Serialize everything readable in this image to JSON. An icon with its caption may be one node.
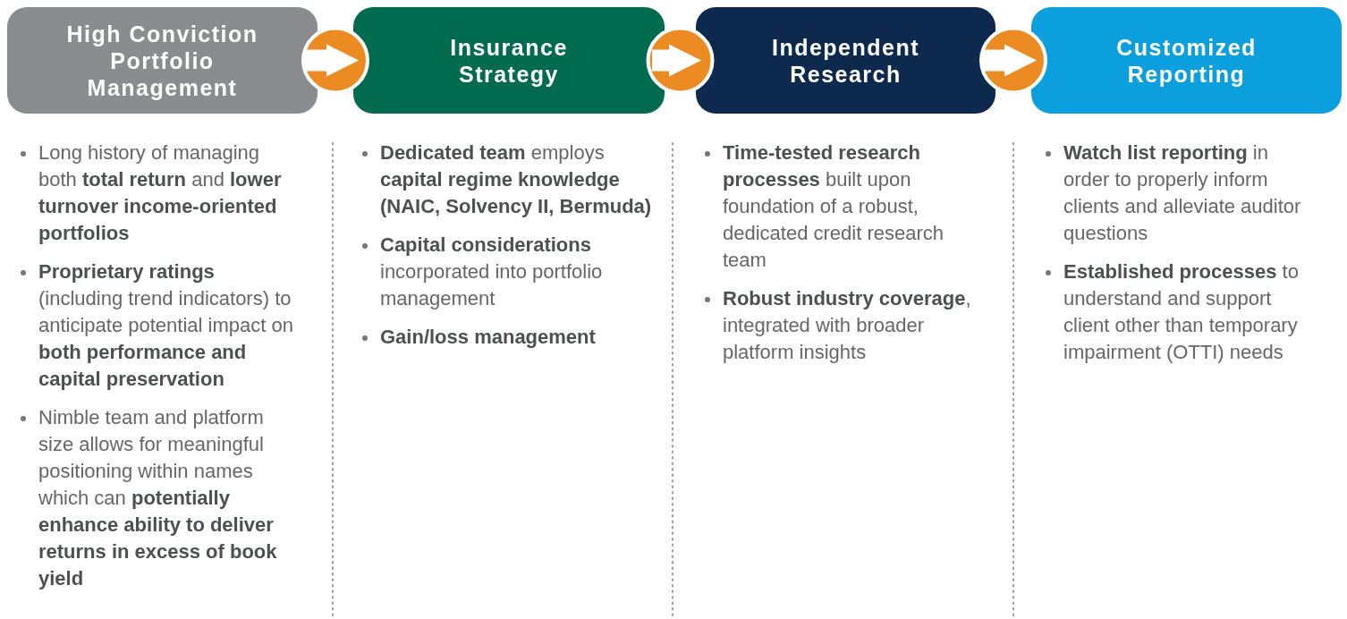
{
  "diagram": {
    "nodes": [
      {
        "text": [
          "High Conviction Portfolio Management"
        ],
        "beside": [
          "Long history of managing both **total return** and **lower turnover income-oriented portfolios**",
          "**Proprietary ratings** (including trend indicators) to anticipate potential impact on **both performance and capital preservation**",
          "Nimble team and platform size allows for meaningful positioning within names which can **potentially enhance ability to deliver returns in excess of book yield**"
        ]
      },
      {
        "text": [
          "Insurance Strategy"
        ],
        "beside": [
          "**Dedicated team** employs **capital regime knowledge (NAIC, Solvency II, Bermuda)**",
          "**Capital considerations** incorporated into portfolio management",
          "**Gain/loss management**"
        ]
      },
      {
        "text": [
          "Independent Research"
        ],
        "beside": [
          "**Time-tested research processes** built upon foundation of a robust, dedicated credit research team",
          "**Robust industry coverage**, integrated with broader platform insights"
        ]
      },
      {
        "text": [
          "Customized Reporting"
        ],
        "beside": [
          "**Watch list reporting** in order to properly inform clients and alleviate auditor questions",
          "**Established processes** to understand and support client other than temporary impairment (OTTI) needs"
        ]
      }
    ],
    "edges": [
      {
        "from": 0,
        "to": 1,
        "arrow": "to"
      },
      {
        "from": 1,
        "to": 2,
        "arrow": "to"
      },
      {
        "from": 2,
        "to": 3,
        "arrow": "to"
      }
    ]
  }
}
